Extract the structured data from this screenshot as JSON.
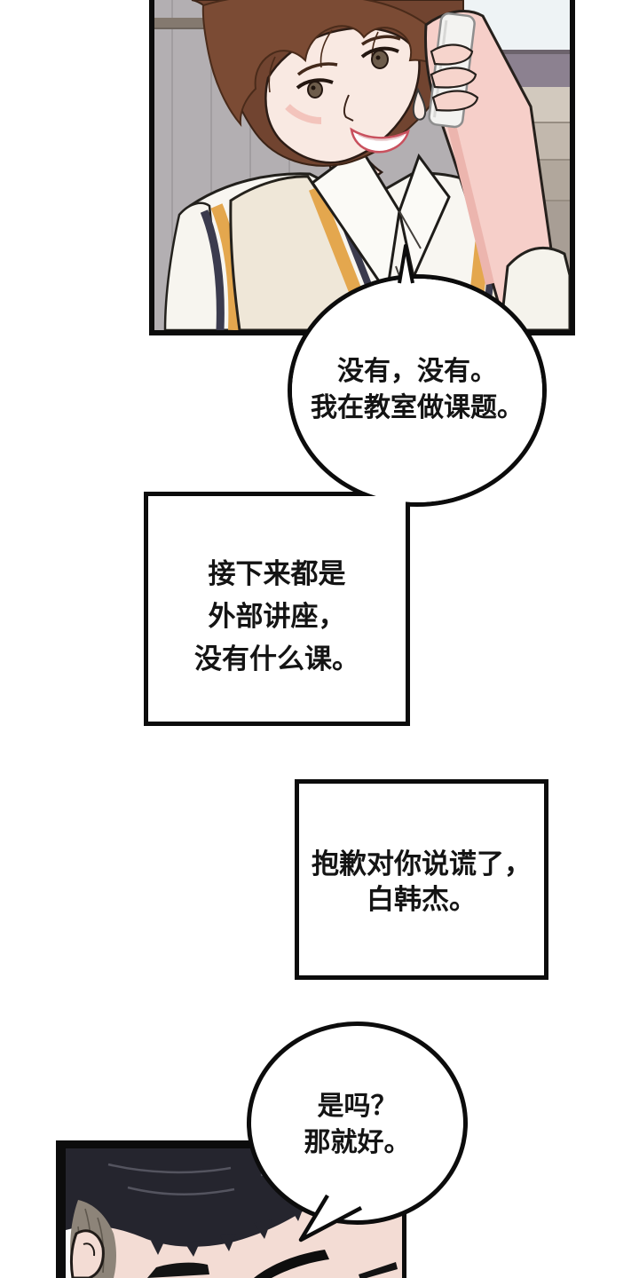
{
  "comic": {
    "bubble1": {
      "line1": "没有，没有。",
      "line2": "我在教室做课题。"
    },
    "box2": {
      "line1": "接下来都是",
      "line2": "外部讲座，",
      "line3": "没有什么课。"
    },
    "box3": {
      "line1": "抱歉对你说谎了，",
      "line2": "白韩杰。"
    },
    "bubble4": {
      "line1": "是吗？",
      "line2": "那就好。"
    }
  },
  "colors": {
    "ink": "#0c0c0c",
    "paper": "#ffffff",
    "wall_gray": "#b3afb2",
    "hair_brown": "#7b4b34",
    "hair_black": "#25252e",
    "vest_navy": "#3b3b4e",
    "vest_mustard": "#e4a74e",
    "skin": "#f9e9e2"
  }
}
